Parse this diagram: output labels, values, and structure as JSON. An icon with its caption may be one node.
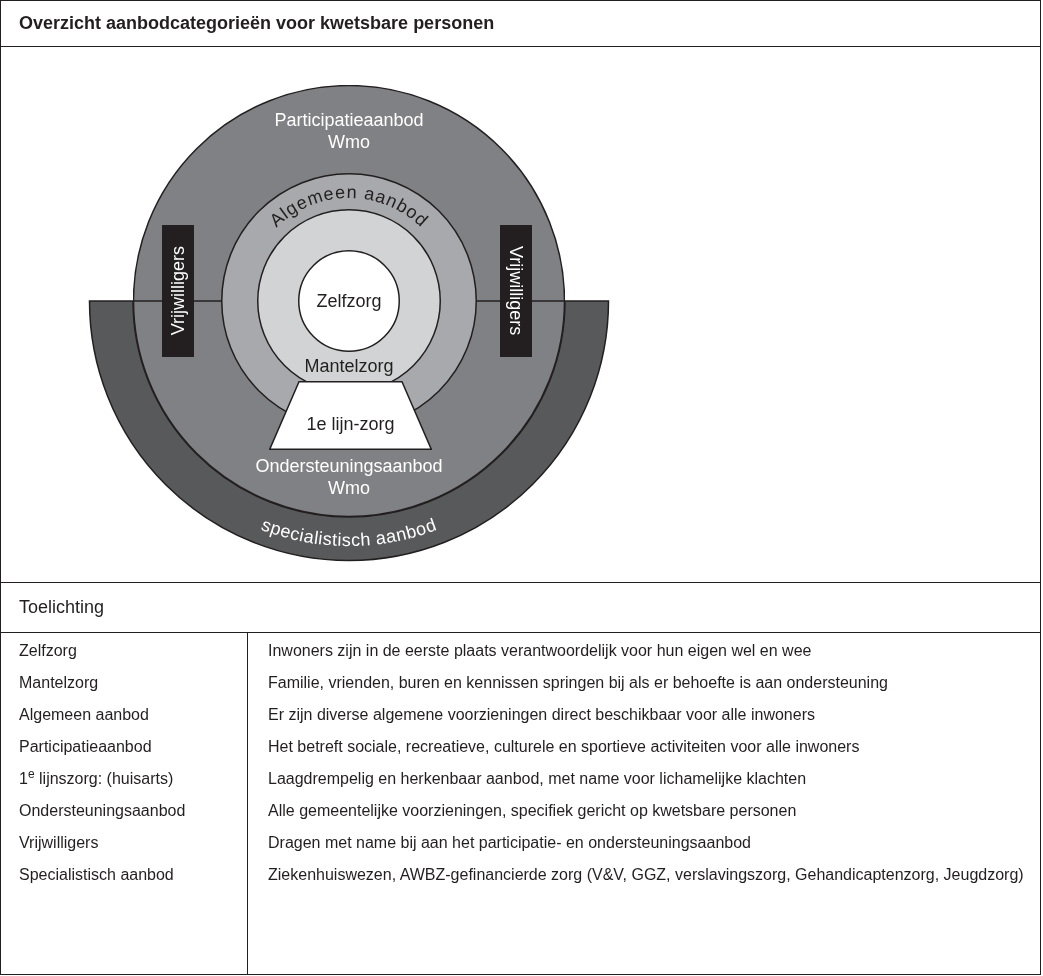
{
  "diagram": {
    "title": "Overzicht aanbodcategorieën voor kwetsbare personen",
    "nodes": [
      {
        "text": [
          "Participatieaanbod Wmo"
        ]
      },
      {
        "text": [
          "Algemeen aanbod"
        ]
      },
      {
        "text": [
          "Mantelzorg"
        ],
        "in": 1
      },
      {
        "text": [
          "Zelfzorg"
        ],
        "in": 2
      },
      {
        "text": [
          "1e lijn-zorg"
        ],
        "in": 7
      },
      {
        "text": [
          "Vrijwilligers"
        ]
      },
      {
        "text": [
          "Vrijwilligers"
        ]
      },
      {
        "text": [
          "Ondersteuningsaanbod Wmo"
        ]
      },
      {
        "text": [
          "specialistisch aanbod"
        ]
      }
    ],
    "labels": [
      "Toelichting",
      "Zelfzorg",
      "Inwoners zijn in de eerste plaats verantwoordelijk voor hun eigen wel en wee",
      "Mantelzorg",
      "Familie, vrienden, buren en kennissen springen bij als er behoefte is aan ondersteuning",
      "Algemeen aanbod",
      "Er zijn diverse algemene voorzieningen direct beschikbaar voor alle inwoners",
      "Participatieaanbod",
      "Het betreft sociale, recreatieve, culturele en sportieve activiteiten voor alle inwoners",
      "1$^{e}$ lijnszorg: (huisarts)",
      "Laagdrempelig en herkenbaar aanbod, met name voor lichamelijke klachten",
      "Ondersteuningsaanbod",
      "Alle gemeentelijke voorzieningen, specifiek gericht op kwetsbare personen",
      "Vrijwilligers",
      "Dragen met name bij aan het participatie- en ondersteuningsaanbod",
      "Specialistisch aanbod",
      "Ziekenhuiswezen, AWBZ-gefinancierde zorg (V&V, GGZ, verslavingszorg, Gehandicaptenzorg, Jeugdzorg)"
    ]
  }
}
